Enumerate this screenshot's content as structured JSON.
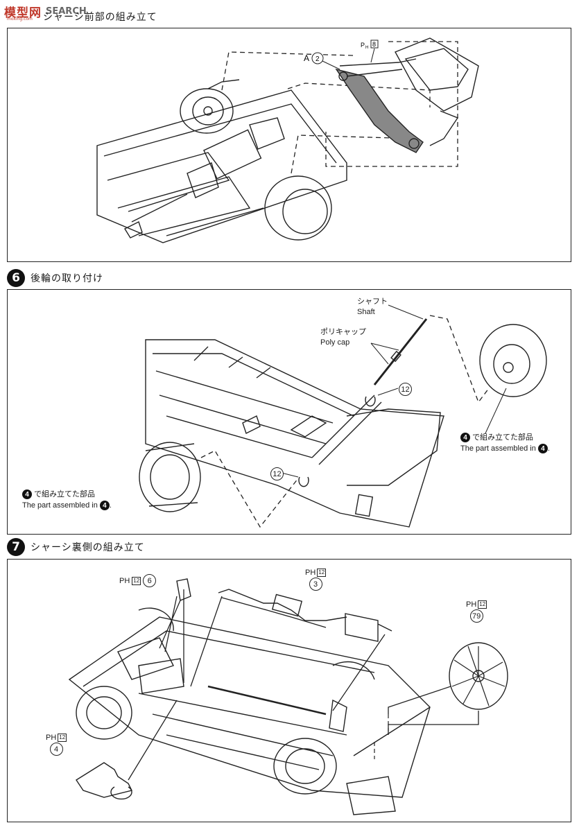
{
  "watermark": {
    "logo": "模型网",
    "site": "moxing.com",
    "search": "SEARCH"
  },
  "section5": {
    "title_visible": "シャーシ前部の組み立て",
    "label_a": "A",
    "label_a_num": "2",
    "ph_code": "PH",
    "ph_num": "8"
  },
  "section6": {
    "step_num": "6",
    "title": "後輪の取り付け",
    "shaft_jp": "シャフト",
    "shaft_en": "Shaft",
    "polycap_jp": "ポリキャップ",
    "polycap_en": "Poly cap",
    "part12_a": "12",
    "part12_b": "12",
    "assembled_ref": "4",
    "assembled_jp": "で組み立てた部品",
    "assembled_en": "The part assembled in",
    "assembled_ref_l": "4",
    "assembled_jp_l": "で組み立てた部品",
    "assembled_en_l": "The part assembled in"
  },
  "section7": {
    "step_num": "7",
    "title": "シャーシ裏側の組み立て",
    "p6_code": "PH",
    "p6_box": "12",
    "p6_num": "6",
    "p3_code": "PH",
    "p3_box": "12",
    "p3_num": "3",
    "p79_code": "PH",
    "p79_box": "12",
    "p79_num": "79",
    "p4_code": "PH",
    "p4_box": "12",
    "p4_num": "4"
  }
}
